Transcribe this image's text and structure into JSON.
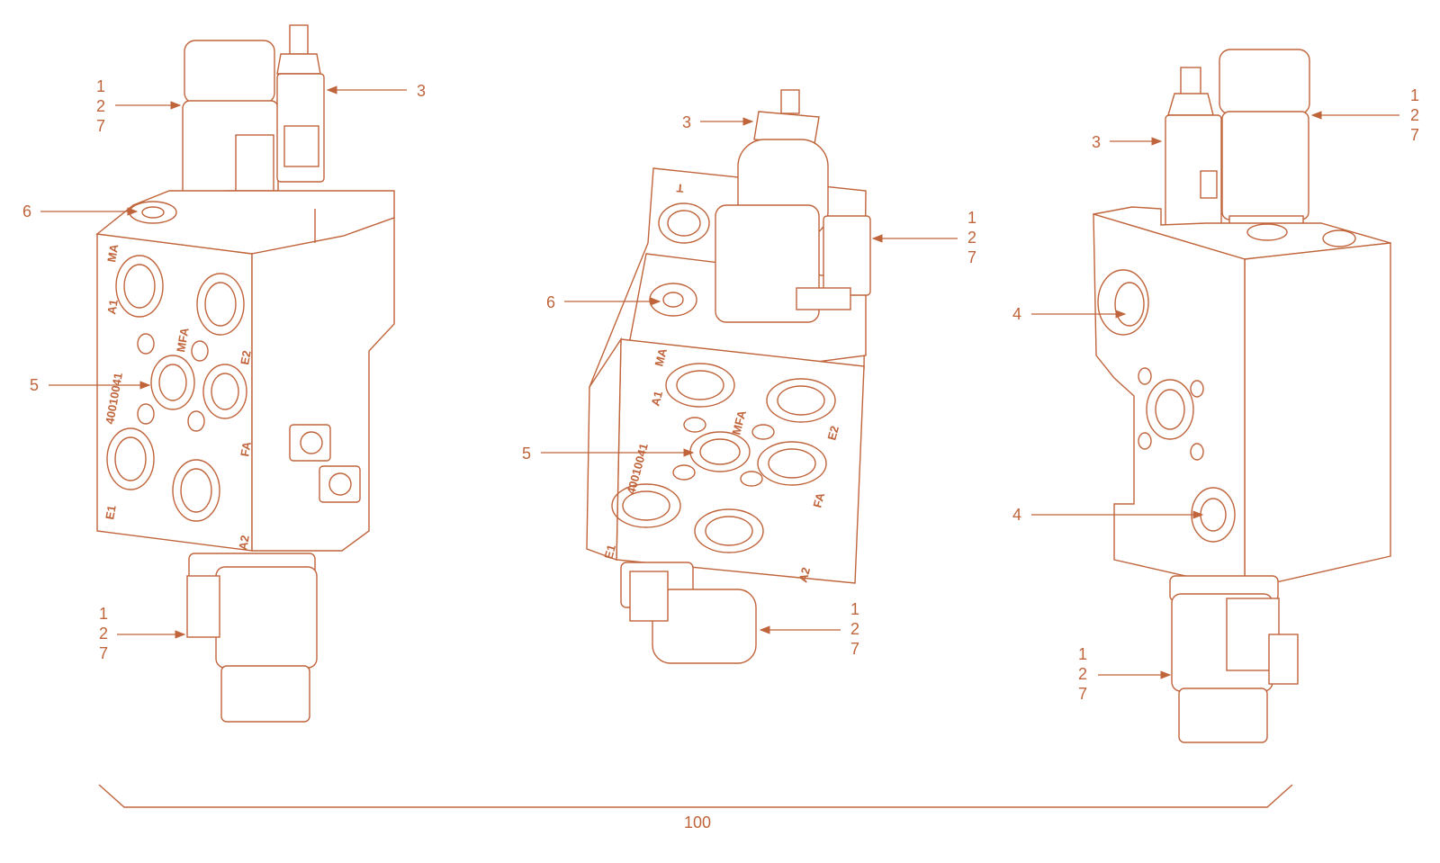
{
  "colors": {
    "line": "#c0643b",
    "background": "#ffffff"
  },
  "callouts": {
    "left": {
      "top_coil": [
        "1",
        "2",
        "7"
      ],
      "sensor": "3",
      "plug": "6",
      "port": "5",
      "bottom_coil": [
        "1",
        "2",
        "7"
      ]
    },
    "middle": {
      "sensor": "3",
      "top_coil": [
        "1",
        "2",
        "7"
      ],
      "plug": "6",
      "port": "5",
      "bottom_coil": [
        "1",
        "2",
        "7"
      ]
    },
    "right": {
      "top_coil": [
        "1",
        "2",
        "7"
      ],
      "sensor": "3",
      "plug_upper": "4",
      "plug_lower": "4",
      "bottom_coil": [
        "1",
        "2",
        "7"
      ]
    }
  },
  "assembly_label": "100",
  "port_marks": {
    "ma": "MA",
    "a1": "A1",
    "mfa": "MFA",
    "e2": "E2",
    "fa": "FA",
    "e1": "E1",
    "a2": "A2",
    "serial": "40010041",
    "t": "T"
  }
}
